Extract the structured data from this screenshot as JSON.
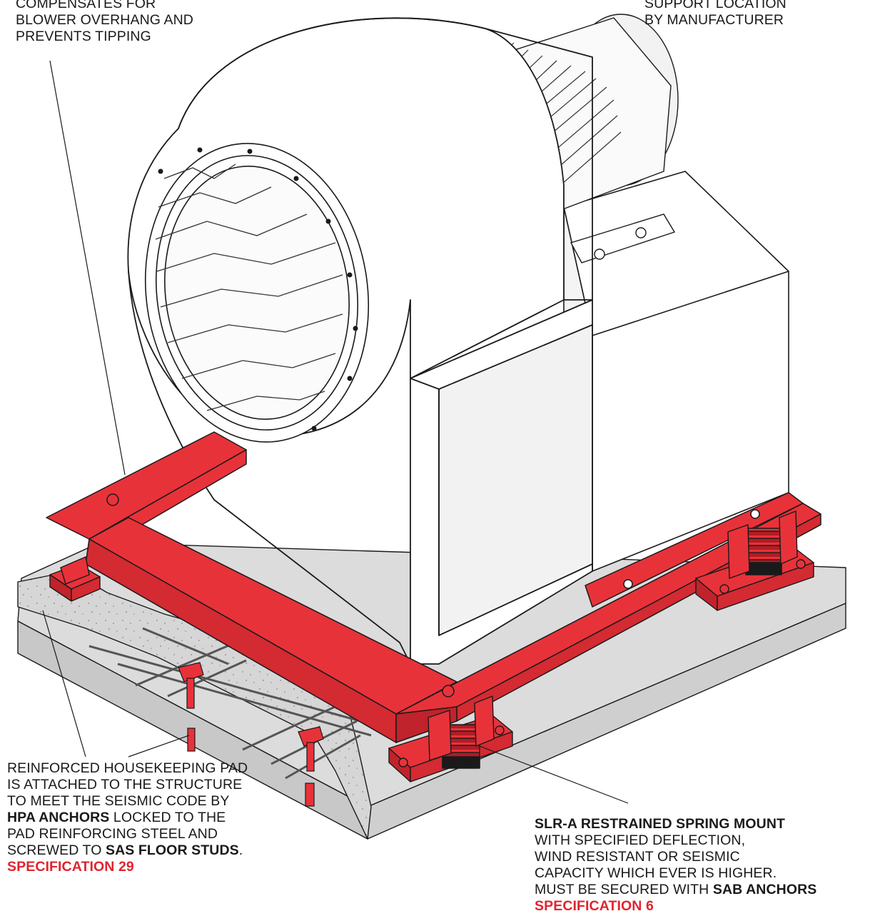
{
  "top_left_note": {
    "line1": "COMPENSATES FOR",
    "line2": "BLOWER OVERHANG AND",
    "line3": "PREVENTS TIPPING"
  },
  "top_right_note": {
    "line1": "SUPPORT LOCATION",
    "line2": "BY MANUFACTURER"
  },
  "bottom_left_note": {
    "line1": "REINFORCED HOUSEKEEPING PAD",
    "line2": "IS ATTACHED TO THE STRUCTURE",
    "line3": "TO MEET THE SEISMIC CODE BY",
    "line4_bold": "HPA ANCHORS",
    "line4_rest": " LOCKED TO THE",
    "line5": "PAD REINFORCING STEEL AND",
    "line6_pre": "SCREWED TO ",
    "line6_bold": "SAS FLOOR STUDS",
    "line6_post": ".",
    "spec": "SPECIFICATION 29"
  },
  "bottom_right_note": {
    "line1_bold": "SLR-A RESTRAINED SPRING MOUNT",
    "line2": "WITH SPECIFIED DEFLECTION,",
    "line3": "WIND RESISTANT OR SEISMIC",
    "line4": "CAPACITY WHICH EVER IS HIGHER.",
    "line5_pre": "MUST BE SECURED WITH ",
    "line5_bold": "SAB ANCHORS",
    "spec": "SPECIFICATION 6"
  },
  "colors": {
    "steel_base": "#e8323a",
    "concrete": "#d9d9d9",
    "line": "#1a1a1a",
    "spec_text": "#e0242f"
  }
}
